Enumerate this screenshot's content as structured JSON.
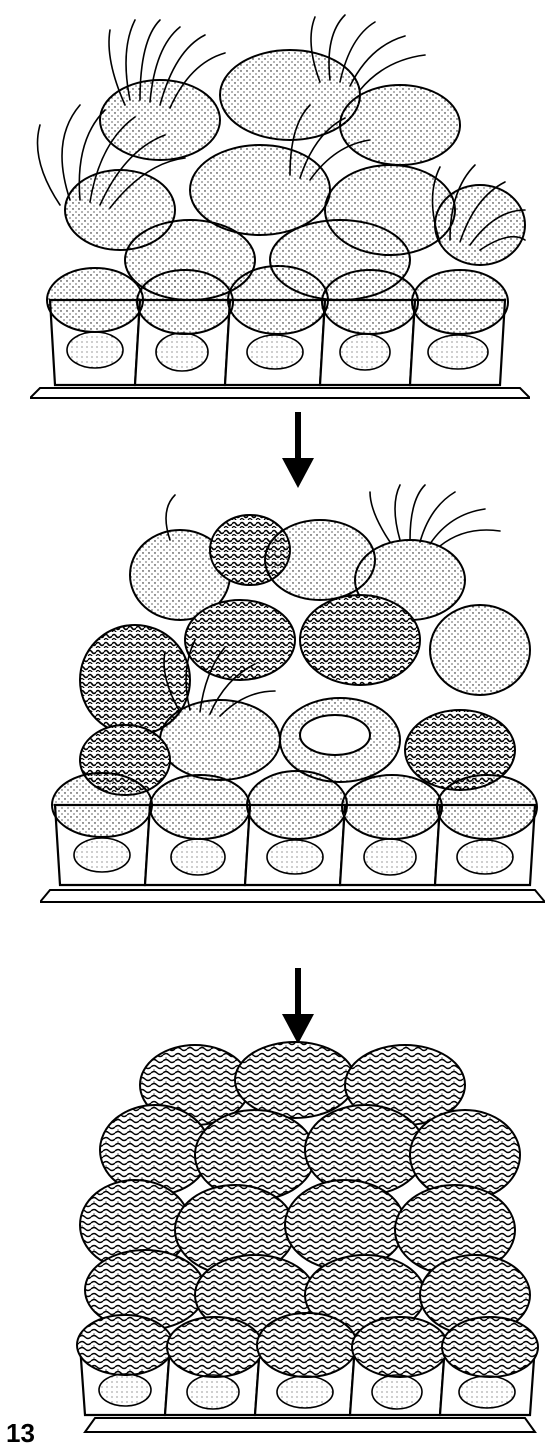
{
  "figure": {
    "label": "13",
    "stages": [
      {
        "id": "stage-1",
        "description_icon": "epithelium-with-microvilli-tufts-icon"
      },
      {
        "id": "stage-2",
        "description_icon": "epithelium-partial-microvilli-icon"
      },
      {
        "id": "stage-3",
        "description_icon": "epithelium-convoluted-surface-icon"
      }
    ],
    "arrows": [
      {
        "id": "arrow-1",
        "direction": "down"
      },
      {
        "id": "arrow-2",
        "direction": "down"
      }
    ],
    "colors": {
      "ink": "#000000",
      "background": "#ffffff",
      "nucleus_fill": "#f4f4f4"
    }
  }
}
